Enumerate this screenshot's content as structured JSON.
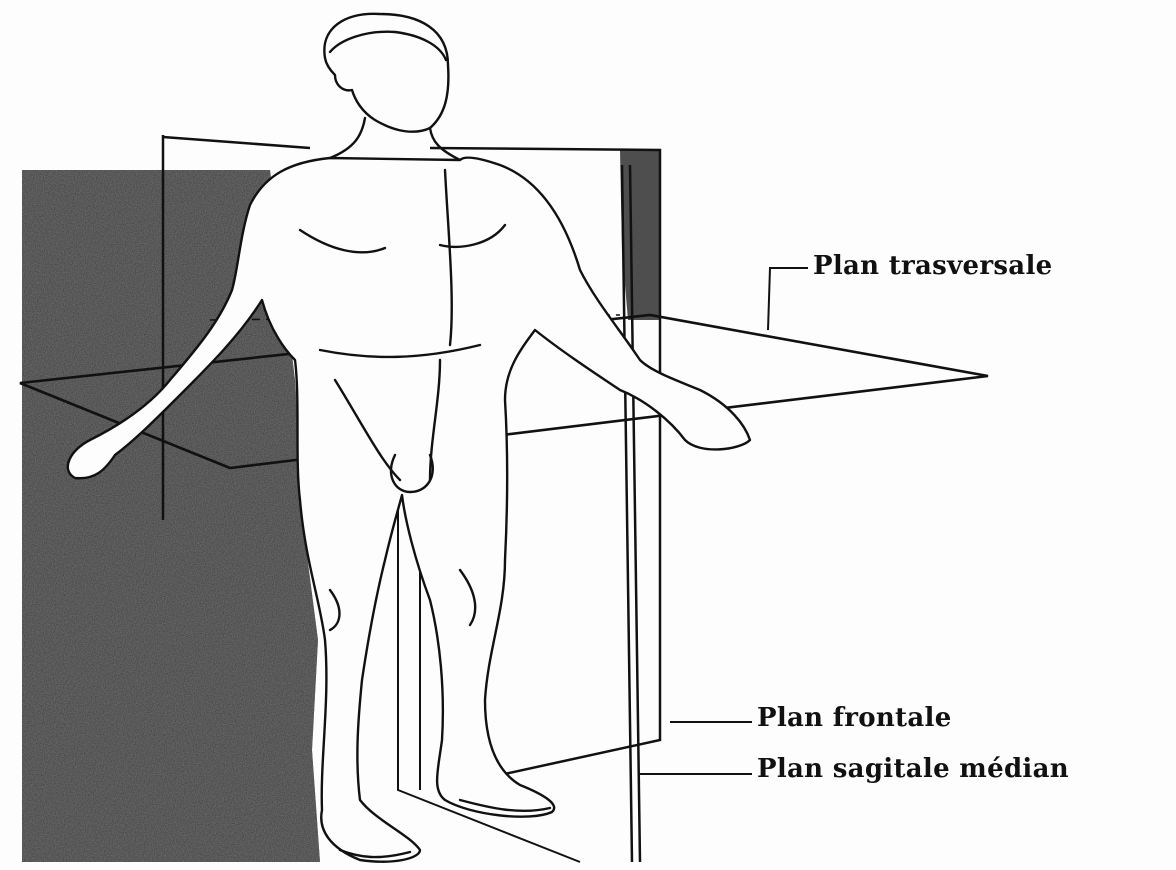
{
  "labels": {
    "transversal_plane": "Plan trasversale",
    "frontal_plane": "Plan frontale",
    "median_sagittal_plane": "Plan sagitale médian"
  },
  "colors": {
    "ink": "#111111",
    "shading": "#3a3a3a",
    "paper": "#fdfdfd"
  }
}
